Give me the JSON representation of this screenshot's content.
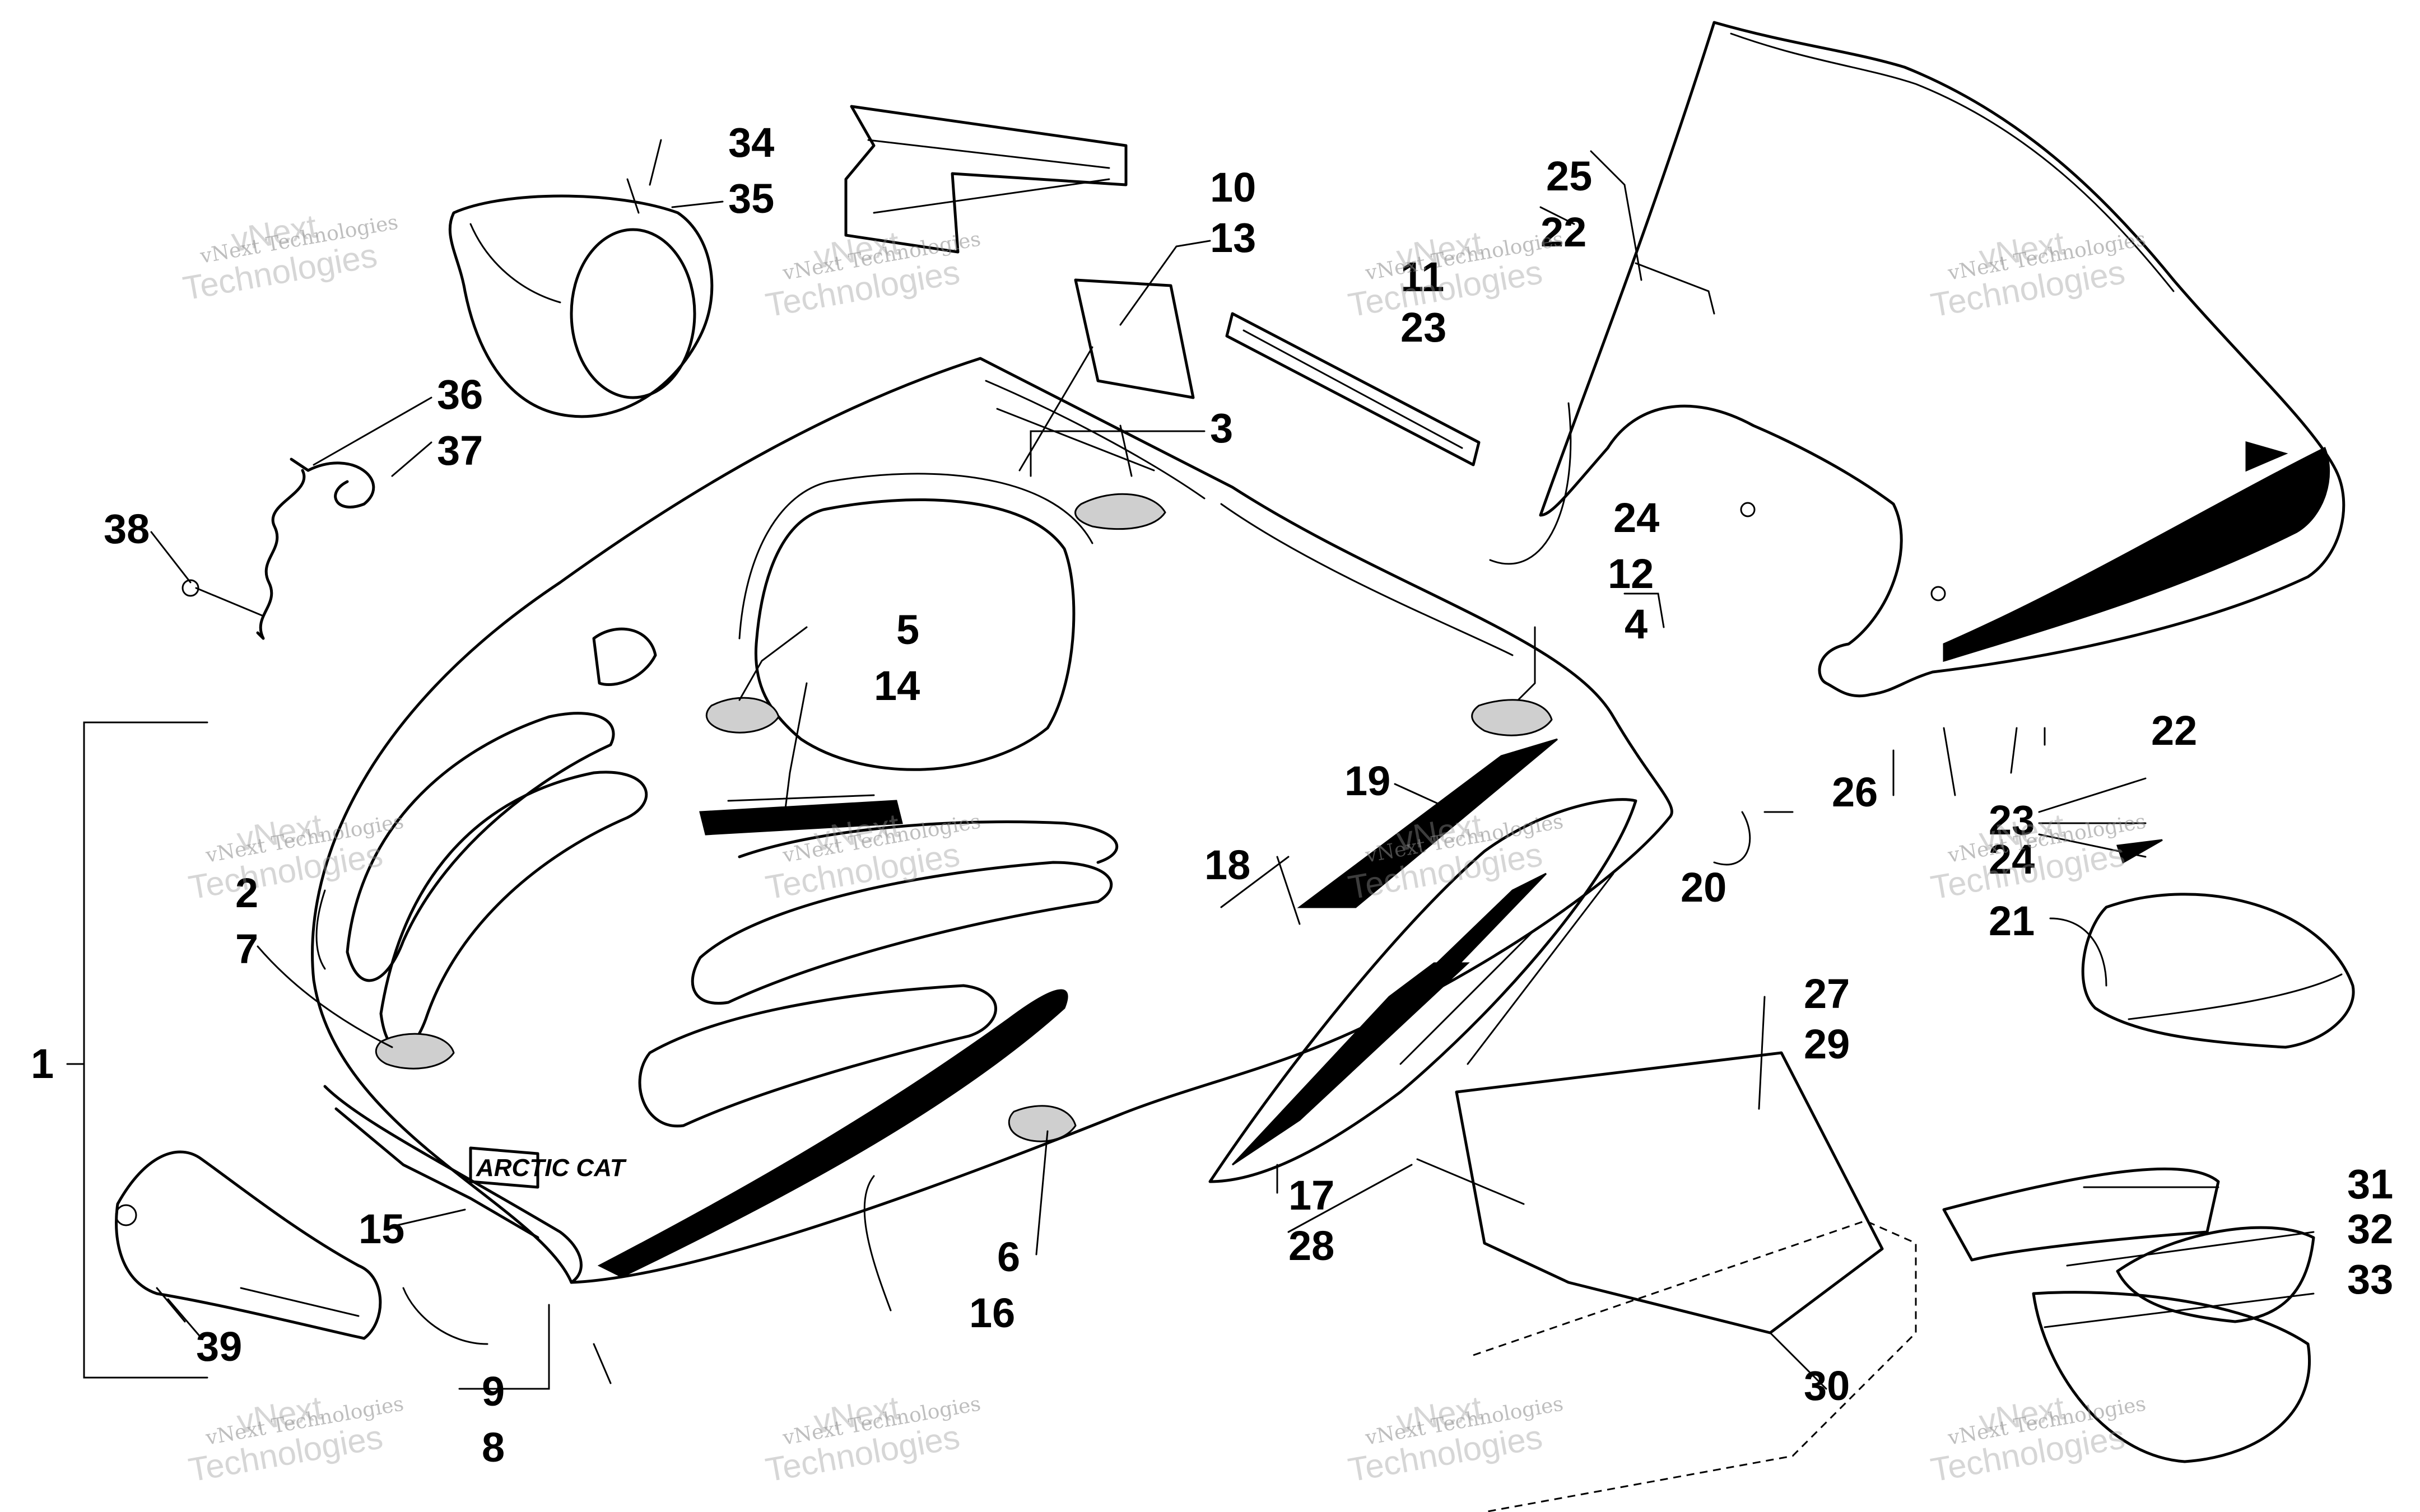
{
  "diagram": {
    "callouts": [
      "1",
      "2",
      "3",
      "4",
      "5",
      "6",
      "7",
      "8",
      "9",
      "10",
      "11",
      "12",
      "13",
      "14",
      "15",
      "16",
      "17",
      "18",
      "19",
      "20",
      "21",
      "22",
      "22",
      "23",
      "23",
      "24",
      "24",
      "25",
      "26",
      "27",
      "28",
      "29",
      "30",
      "31",
      "32",
      "33",
      "34",
      "35",
      "36",
      "37",
      "38",
      "39"
    ],
    "brand_decal_text": "ARCTIC CAT",
    "watermark": {
      "line1": "vNext Technologies",
      "line2": "vNext",
      "line3": "Technologies"
    }
  }
}
